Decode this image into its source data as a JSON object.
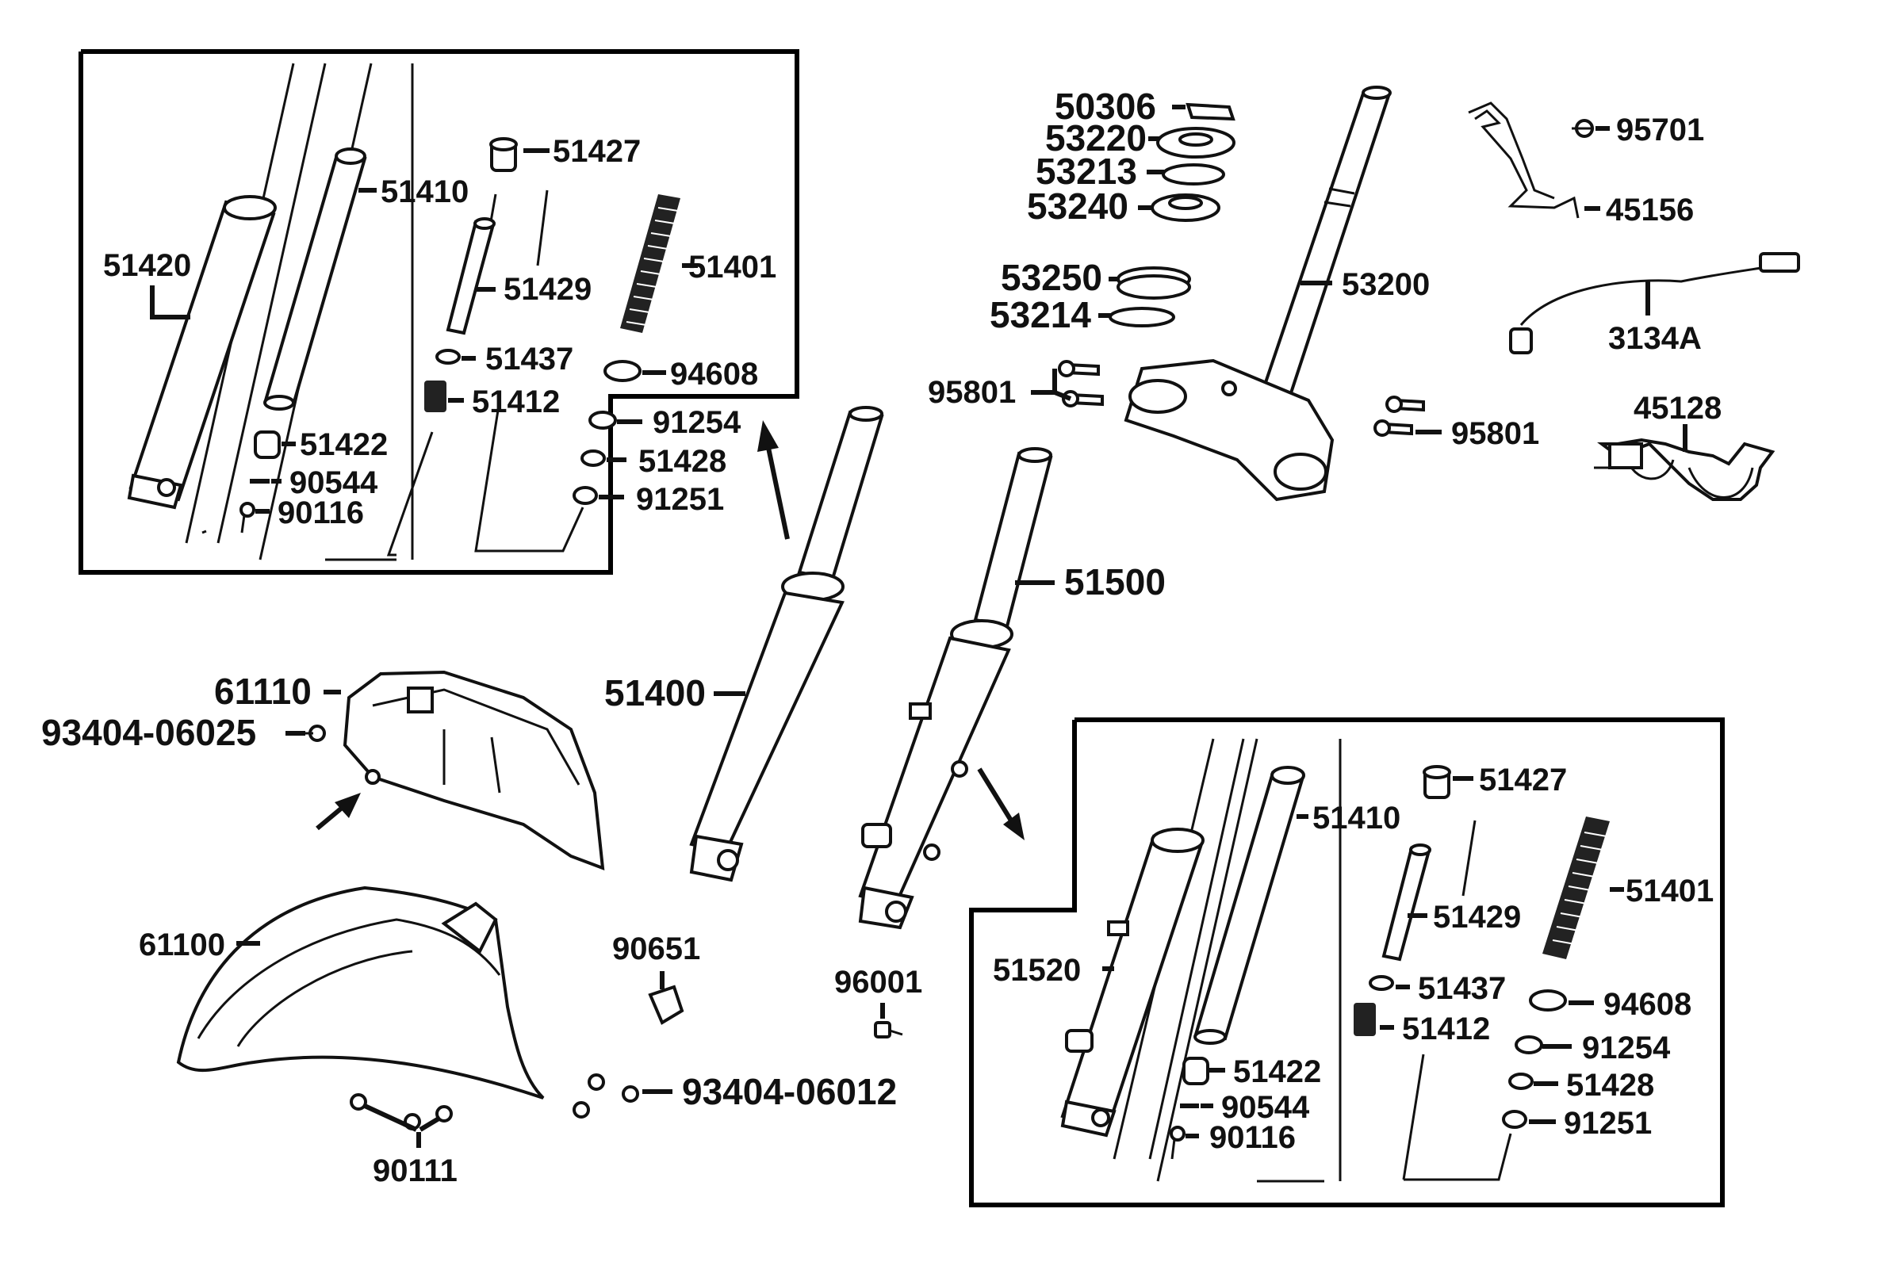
{
  "labels": {
    "p51420a": "51420",
    "p51410a": "51410",
    "p51427a": "51427",
    "p51429a": "51429",
    "p51401a": "51401",
    "p51437a": "51437",
    "p94608a": "94608",
    "p51412a": "51412",
    "p91254a": "91254",
    "p51422a": "51422",
    "p51428a": "51428",
    "p90544a": "90544",
    "p91251a": "91251",
    "p90116a": "90116",
    "p50306": "50306",
    "p53220": "53220",
    "p53213": "53213",
    "p53240": "53240",
    "p53250": "53250",
    "p53214": "53214",
    "p53200": "53200",
    "p95801a": "95801",
    "p95801b": "95801",
    "p95701": "95701",
    "p45156": "45156",
    "p3134A": "3134A",
    "p45128": "45128",
    "p51500": "51500",
    "p51400": "51400",
    "p61110": "61110",
    "p93404_06025": "93404-06025",
    "p61100": "61100",
    "p90651": "90651",
    "p96001": "96001",
    "p93404_06012": "93404-06012",
    "p90111": "90111",
    "p51427b": "51427",
    "p51410b": "51410",
    "p51429b": "51429",
    "p51401b": "51401",
    "p51520": "51520",
    "p51437b": "51437",
    "p94608b": "94608",
    "p51412b": "51412",
    "p91254b": "91254",
    "p51422b": "51422",
    "p51428b": "51428",
    "p90544b": "90544",
    "p91251b": "91251",
    "p90116b": "90116"
  }
}
